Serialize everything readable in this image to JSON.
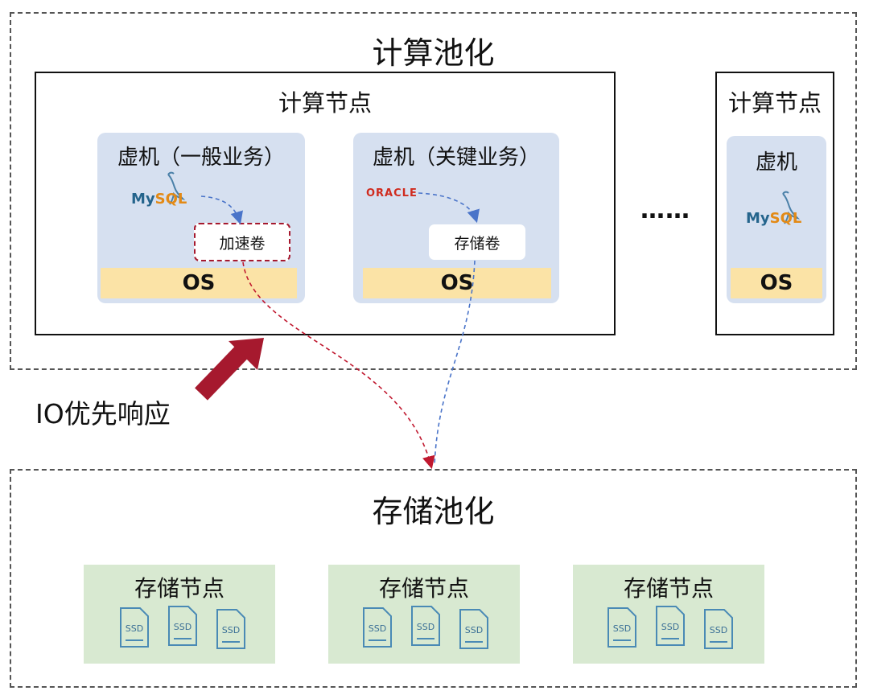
{
  "compute_pool": {
    "title": "计算池化",
    "node_main": {
      "title": "计算节点",
      "vm_general": {
        "title": "虚机（一般业务）",
        "app_logo": "mysql-logo",
        "volume_label": "加速卷",
        "os_label": "OS"
      },
      "vm_critical": {
        "title": "虚机（关键业务）",
        "app_logo": "oracle-logo",
        "volume_label": "存储卷",
        "os_label": "OS"
      }
    },
    "ellipsis": "……",
    "node_side": {
      "title": "计算节点",
      "vm": {
        "title": "虚机",
        "app_logo": "mysql-logo",
        "os_label": "OS"
      }
    }
  },
  "io_priority": {
    "label": "IO优先响应",
    "arrow_color": "#a6192e"
  },
  "storage_pool": {
    "title": "存储池化",
    "nodes": [
      {
        "title": "存储节点",
        "drives": [
          "SSD",
          "SSD",
          "SSD"
        ]
      },
      {
        "title": "存储节点",
        "drives": [
          "SSD",
          "SSD",
          "SSD"
        ]
      },
      {
        "title": "存储节点",
        "drives": [
          "SSD",
          "SSD",
          "SSD"
        ]
      }
    ]
  },
  "logos": {
    "mysql_text_a": "My",
    "mysql_text_b": "SQL",
    "oracle_text": "ORACLE"
  },
  "colors": {
    "vm_bg": "#d6e0f0",
    "os_bg": "#fbe3a6",
    "storage_node_bg": "#d8e9d1",
    "accel_path": "#c0182f",
    "storage_path": "#4a74c9",
    "ssd_icon": "#4a8ab5"
  }
}
